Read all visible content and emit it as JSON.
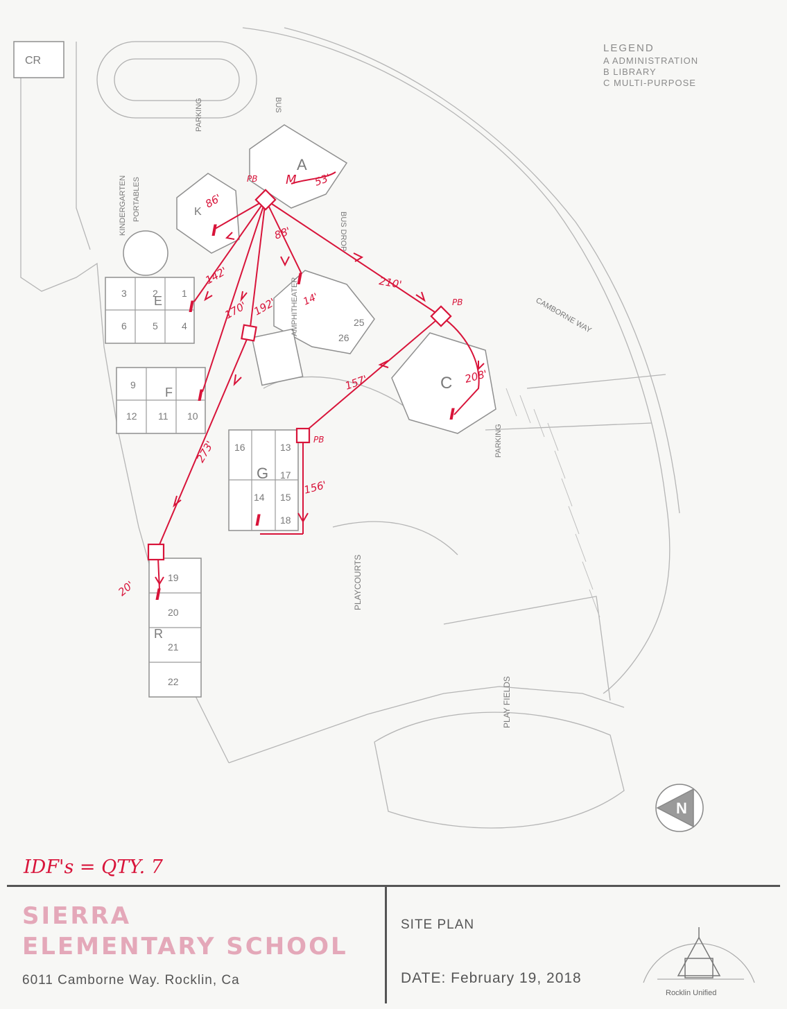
{
  "legend": {
    "title": "LEGEND",
    "items": [
      "A ADMINISTRATION",
      "B LIBRARY",
      "C MULTI-PURPOSE"
    ]
  },
  "map_labels": {
    "cr": "CR",
    "parking_top": "PARKING",
    "kinder": "KINDERGARTEN",
    "kinder_sub": "PORTABLES",
    "bus": "BUS",
    "bus_drop": "BUS DROP",
    "camborne": "CAMBORNE WAY",
    "parking_east": "PARKING",
    "amphi": "AMPHITHEATER",
    "play_fields": "PLAY FIELDS",
    "play_courts": "PLAYCOURTS",
    "bldg_a": "A",
    "bldg_c": "C",
    "bldg_e": "E",
    "bldg_f": "F",
    "bldg_g": "G",
    "bldg_r": "R",
    "bldg_k": "K",
    "rooms": [
      "1",
      "2",
      "3",
      "4",
      "5",
      "6",
      "9",
      "10",
      "11",
      "12",
      "13",
      "14",
      "15",
      "16",
      "17",
      "18",
      "19",
      "20",
      "21",
      "22",
      "25",
      "26"
    ]
  },
  "annotations": {
    "pb": "PB",
    "mpoe": "M",
    "idf": "I",
    "runs": [
      "53'",
      "86'",
      "88'",
      "142'",
      "170'",
      "192'",
      "210'",
      "14'",
      "208'",
      "157'",
      "273'",
      "156'",
      "20'"
    ]
  },
  "note": "IDF's = QTY. 7",
  "title_block": {
    "school_line1": "SIERRA",
    "school_line2": "ELEMENTARY SCHOOL",
    "address": "6011 Camborne Way. Rocklin, Ca",
    "sheet_title": "SITE PLAN",
    "date": "DATE: February 19, 2018",
    "seal_caption": "Rocklin Unified"
  },
  "colors": {
    "markup": "#d8143a",
    "linework": "#9a9a9a",
    "school_name": "#e4a8b9"
  }
}
